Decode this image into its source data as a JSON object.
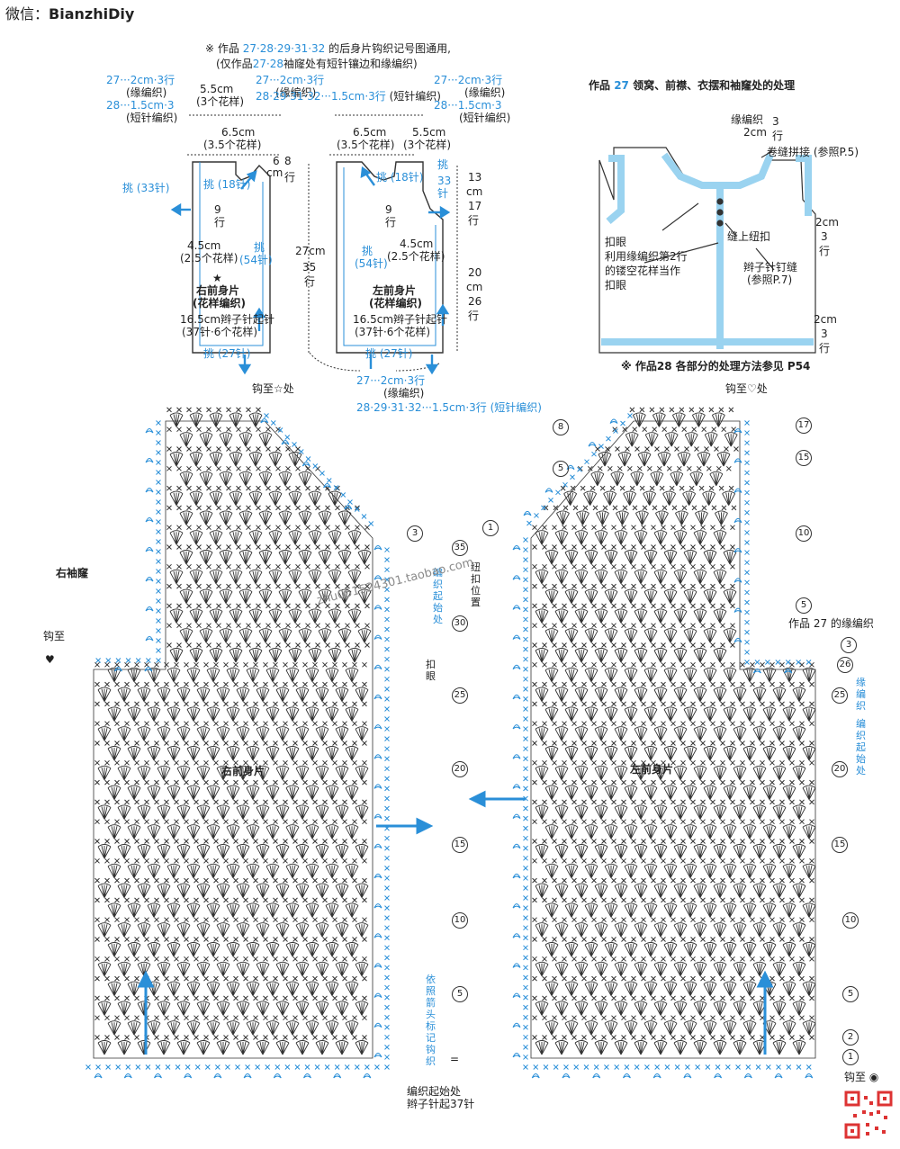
{
  "header": {
    "wechat_label": "微信：",
    "wechat_id": "BianzhiDiy"
  },
  "notes": {
    "top_line1_prefix": "※ 作品",
    "top_line1_works": "27·28·29·31·32",
    "top_line1_suffix": "的后身片钩织记号图通用,",
    "top_line2_prefix": "(仅作品",
    "top_line2_works": "27·28",
    "top_line2_suffix": "袖窿处有短针镶边和缘编织)",
    "bottom_ref": "※ 作品28 各部分的处理方法参见 P54"
  },
  "schematic": {
    "left_top_a": "27···2cm·3行",
    "left_top_a2": "(缘编织)",
    "left_top_b": "28···1.5cm·3",
    "left_top_b2": "(短针编织)",
    "w55": "5.5cm",
    "w55b": "(3个花样)",
    "mid_a": "27···2cm·3行",
    "mid_a2": "(缘编织)",
    "mid_b": "28·29·31·32···1.5cm·3行",
    "mid_b2": "(短针编织)",
    "right_top_a": "27···2cm·3行",
    "right_top_a2": "(缘编织)",
    "right_top_b": "28···1.5cm·3",
    "right_top_b2": "(短针编织)",
    "w65": "6.5cm",
    "w65b": "(3.5个花样)",
    "w65r": "6.5cm",
    "w65rb": "(3.5个花样)",
    "w55r": "5.5cm",
    "w55rb": "(3个花样)",
    "neck_6cm": "6",
    "neck_cm": "cm",
    "neck_8": "8",
    "neck_rows": "行",
    "pick33": "挑 (33针)",
    "pick18": "挑 (18针)",
    "pick18r": "挑 (18针)",
    "pick33r_a": "挑",
    "pick33r_b": "33",
    "pick33r_c": "针",
    "rows9": "9",
    "rows9u": "行",
    "w45": "4.5cm",
    "w45b": "(2.5个花样)",
    "pick54a": "挑",
    "pick54b": "(54针)",
    "star": "★",
    "right_front": "右前身片",
    "pattern": "(花样编织)",
    "left_front": "左前身片",
    "chain16": "16.5cm辫子针起针",
    "chain37": "(37针·6个花样)",
    "pick27": "挑 (27针)",
    "h27": "27cm",
    "h35": "35",
    "h_rows": "行",
    "h13": "13",
    "h_cm": "cm",
    "h17": "17",
    "h20": "20",
    "h26": "26",
    "bottom_a": "27···2cm·3行",
    "bottom_a2": "(缘编织)",
    "bottom_b": "28·29·31·32···1.5cm·3行 (短针编织)"
  },
  "work27": {
    "title_prefix": "作品",
    "title_num": "27",
    "title_suffix": "领窝、前襟、衣摆和袖窿处的处理",
    "edge": "缘编织",
    "edge_2cm": "2cm",
    "edge_3": "3",
    "edge_rows": "行",
    "seam": "卷缝拼接 (参照P.5)",
    "button": "缝上纽扣",
    "buttonhole_1": "扣眼",
    "buttonhole_2": "利用缘编织第2行",
    "buttonhole_3": "的镂空花样当作",
    "buttonhole_4": "扣眼",
    "chain_seam_1": "辫子针钉缝",
    "chain_seam_2": "(参照P.7)",
    "right_2cm": "2cm",
    "right_3": "3",
    "right_rows": "行",
    "hem_2cm": "2cm",
    "hem_3": "3",
    "hem_rows": "行"
  },
  "chart": {
    "right_sleeve": "右袖窿",
    "hook_to_star": "钩至☆处",
    "hook_to_heart": "钩至♡处",
    "right_body": "右前身片",
    "left_body": "左前身片",
    "button_pos": "纽扣位置",
    "buttonhole": "扣眼",
    "edge_start": "编织起始处",
    "edge_start_r": "编织起始处",
    "edge_label": "缘编织",
    "work27_edge": "作品 27 的缘编织",
    "follow_arrow": "依照箭头标记钩织",
    "start_bottom_1": "编织起始处",
    "start_bottom_2": "辫子针起37针",
    "hook_to_dot": "钩至 ◉",
    "hook_to_heart_l": "钩至",
    "heart": "♥",
    "symbol_eq": "=",
    "watermark": "zhu051524301.taobao.com",
    "row_35": "35",
    "row_30": "30",
    "row_25": "25",
    "row_20": "20",
    "row_15": "15",
    "row_10": "10",
    "row_5": "5",
    "row_1": "1",
    "row_2": "2",
    "row_3": "3",
    "row_8": "8",
    "row_17": "17",
    "row_26": "26"
  },
  "colors": {
    "blue": "#2a8fd8",
    "lightblue": "#bfe3f5",
    "ink": "#333333"
  }
}
